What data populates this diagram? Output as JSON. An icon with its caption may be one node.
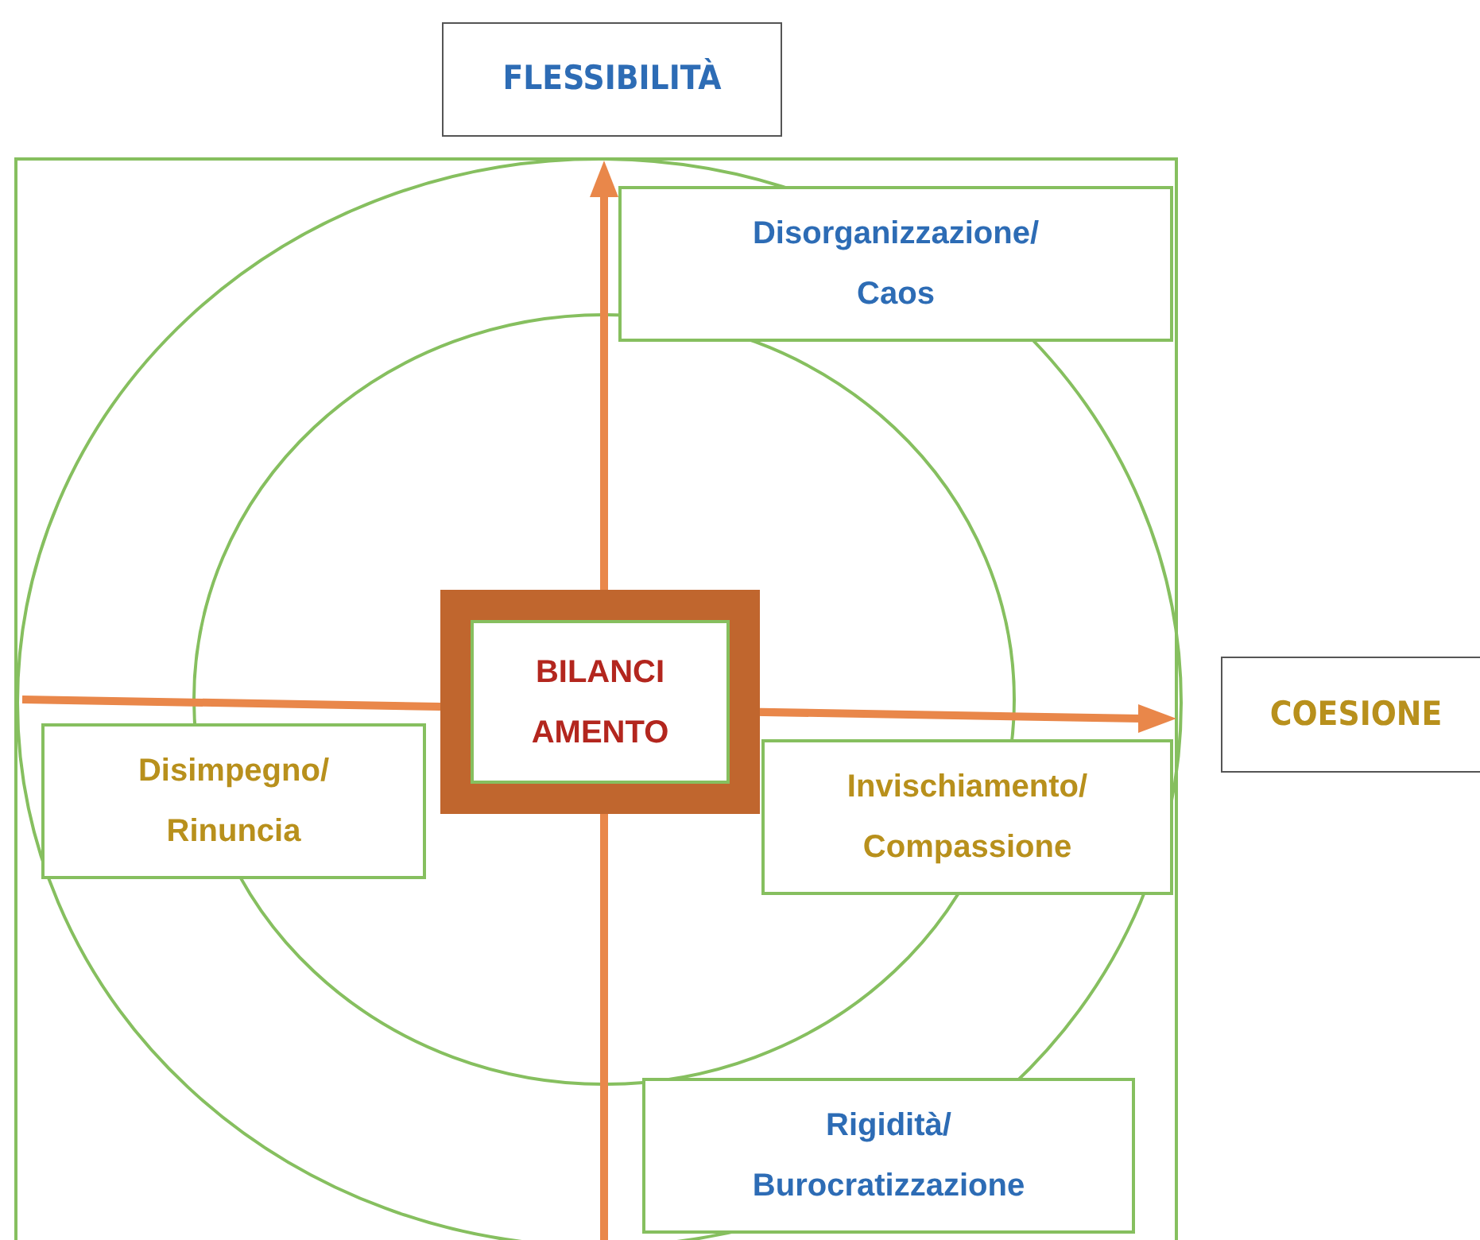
{
  "diagram": {
    "nodes": [
      {
        "text": [
          "FLESSIBILITÀ"
        ]
      },
      {
        "text": [
          "Disorganizzazione/ Caos"
        ]
      },
      {
        "text": [
          "BILANCI AMENTO"
        ]
      },
      {
        "text": [
          "COESIONE"
        ]
      },
      {
        "text": [
          "Disimpegno/ Rinuncia"
        ]
      },
      {
        "text": [
          "Invischiamento/ Compassione"
        ]
      },
      {
        "text": [
          "Rigidità/ Burocratizzazione"
        ]
      }
    ]
  }
}
